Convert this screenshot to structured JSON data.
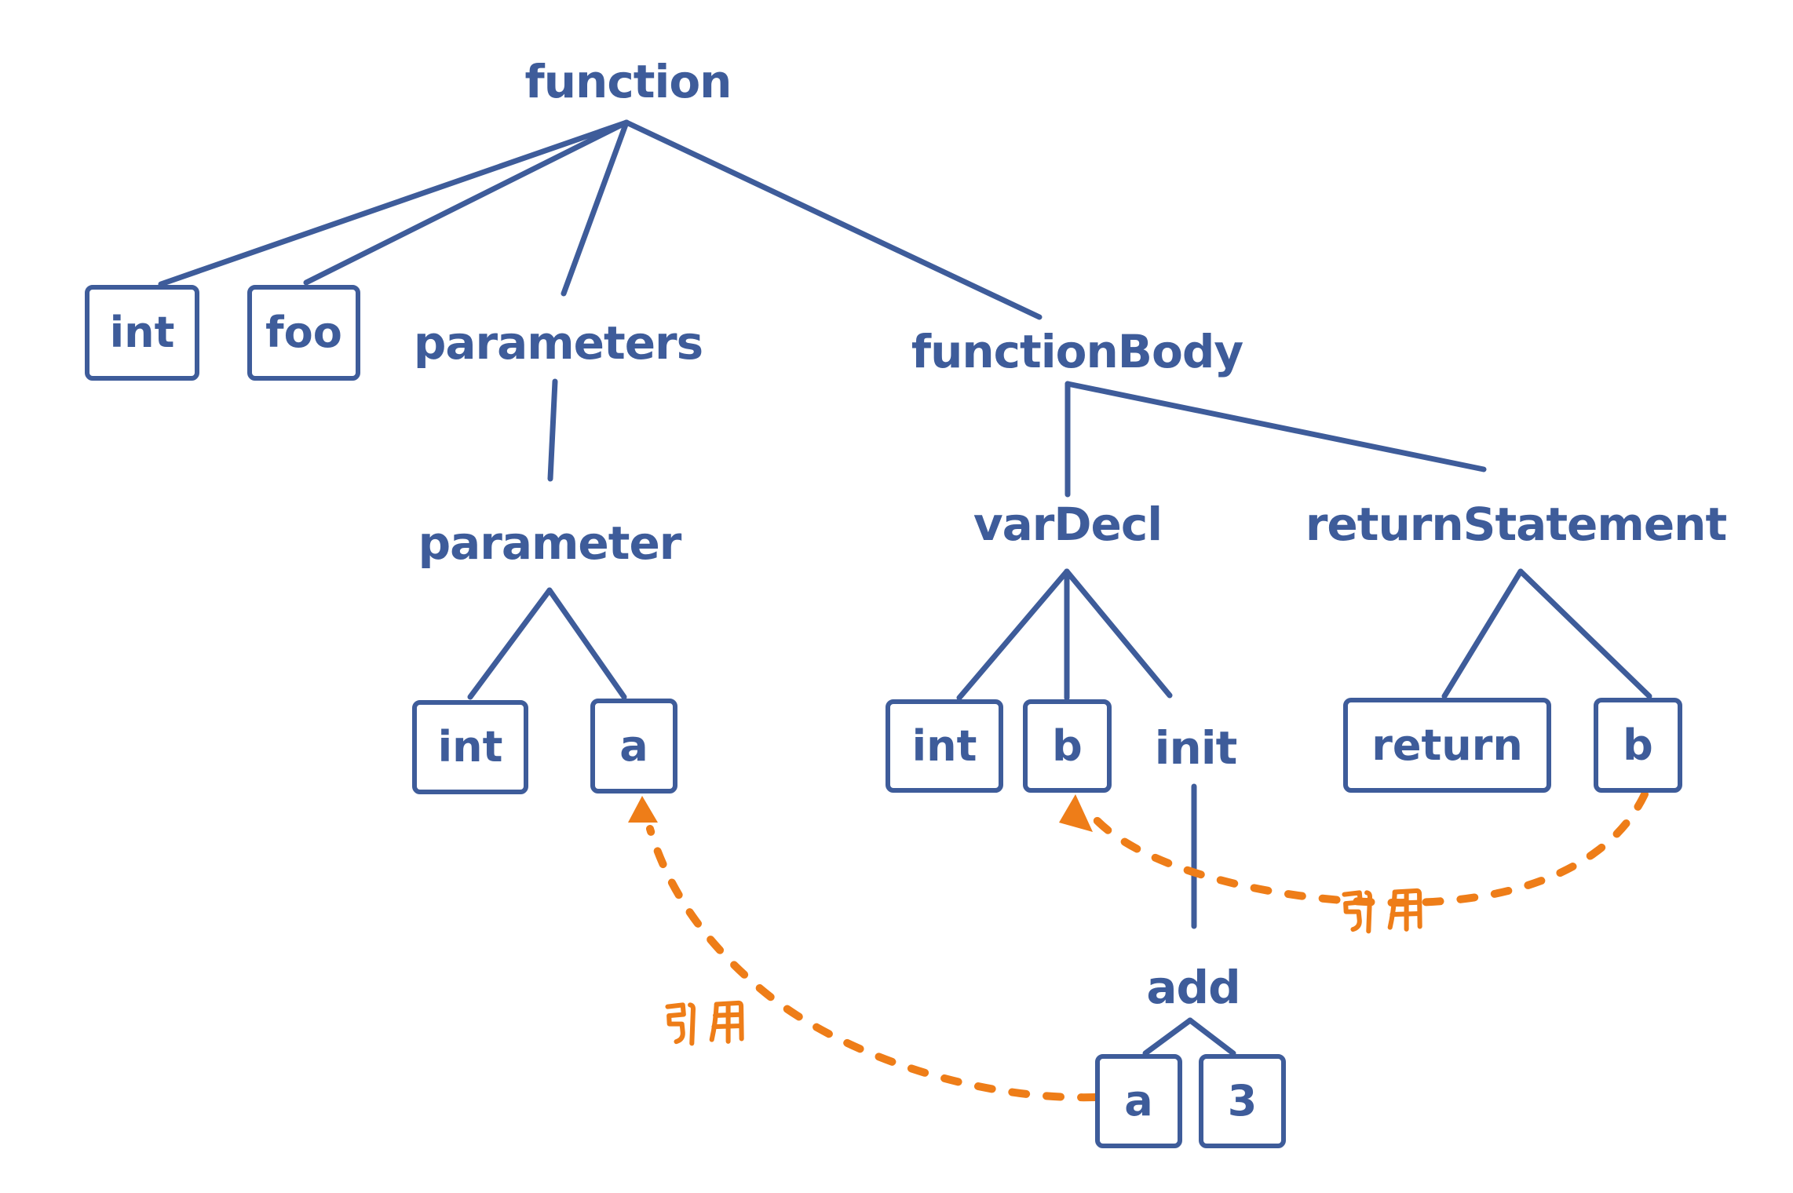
{
  "palette": {
    "node_color": "#3e5c9a",
    "reference_color": "#ee7d18",
    "background": "#ffffff"
  },
  "nodes": [
    {
      "id": "function",
      "label": "function",
      "shape": "text"
    },
    {
      "id": "return-type-int",
      "label": "int",
      "shape": "box"
    },
    {
      "id": "function-name",
      "label": "foo",
      "shape": "box"
    },
    {
      "id": "parameters",
      "label": "parameters",
      "shape": "text"
    },
    {
      "id": "functionBody",
      "label": "functionBody",
      "shape": "text"
    },
    {
      "id": "parameter",
      "label": "parameter",
      "shape": "text"
    },
    {
      "id": "param-type-int",
      "label": "int",
      "shape": "box"
    },
    {
      "id": "param-name-a",
      "label": "a",
      "shape": "box"
    },
    {
      "id": "varDecl",
      "label": "varDecl",
      "shape": "text"
    },
    {
      "id": "returnStatement",
      "label": "returnStatement",
      "shape": "text"
    },
    {
      "id": "var-type-int",
      "label": "int",
      "shape": "box"
    },
    {
      "id": "var-name-b",
      "label": "b",
      "shape": "box"
    },
    {
      "id": "init",
      "label": "init",
      "shape": "text"
    },
    {
      "id": "return-keyword",
      "label": "return",
      "shape": "box"
    },
    {
      "id": "return-value-b",
      "label": "b",
      "shape": "box"
    },
    {
      "id": "add",
      "label": "add",
      "shape": "text"
    },
    {
      "id": "operand-a",
      "label": "a",
      "shape": "box"
    },
    {
      "id": "operand-3",
      "label": "3",
      "shape": "box"
    }
  ],
  "edges": [
    {
      "from": "function",
      "to": "return-type-int"
    },
    {
      "from": "function",
      "to": "function-name"
    },
    {
      "from": "function",
      "to": "parameters"
    },
    {
      "from": "function",
      "to": "functionBody"
    },
    {
      "from": "parameters",
      "to": "parameter"
    },
    {
      "from": "parameter",
      "to": "param-type-int"
    },
    {
      "from": "parameter",
      "to": "param-name-a"
    },
    {
      "from": "functionBody",
      "to": "varDecl"
    },
    {
      "from": "functionBody",
      "to": "returnStatement"
    },
    {
      "from": "varDecl",
      "to": "var-type-int"
    },
    {
      "from": "varDecl",
      "to": "var-name-b"
    },
    {
      "from": "varDecl",
      "to": "init"
    },
    {
      "from": "init",
      "to": "add"
    },
    {
      "from": "add",
      "to": "operand-a"
    },
    {
      "from": "add",
      "to": "operand-3"
    },
    {
      "from": "returnStatement",
      "to": "return-keyword"
    },
    {
      "from": "returnStatement",
      "to": "return-value-b"
    }
  ],
  "references": [
    {
      "label": "引用",
      "from": "return-value-b",
      "to": "var-name-b"
    },
    {
      "label": "引用",
      "from": "operand-a",
      "to": "param-name-a"
    }
  ]
}
